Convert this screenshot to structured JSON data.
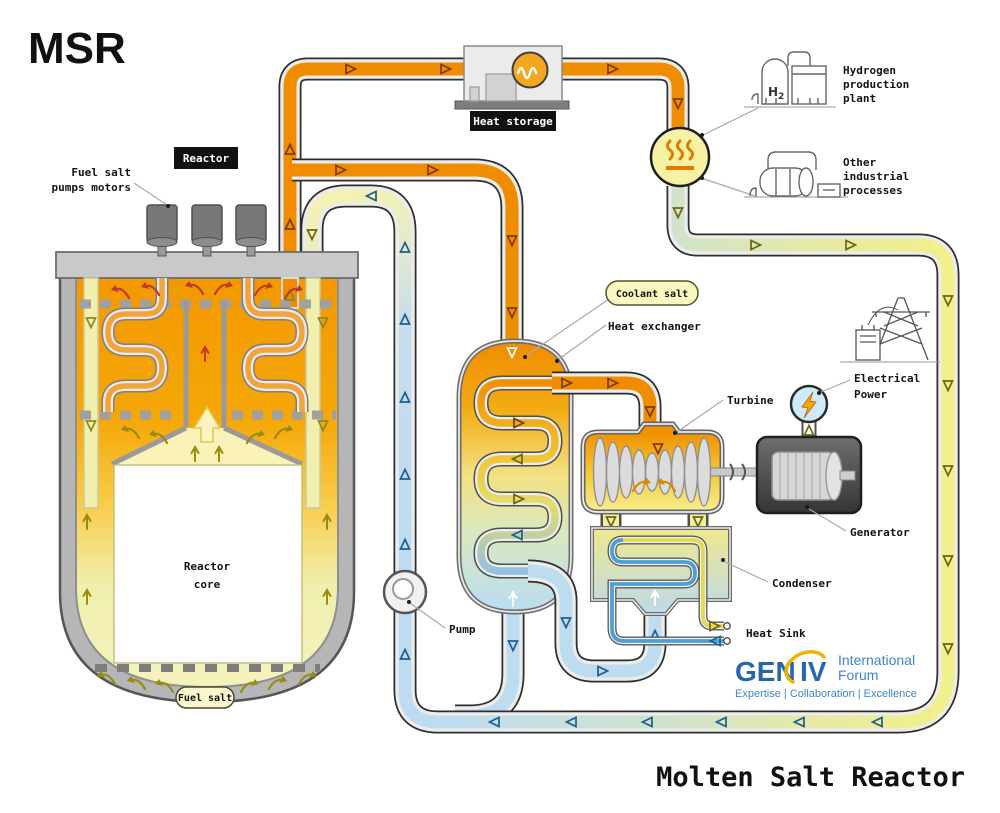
{
  "titles": {
    "main": "MSR",
    "footer": "Molten Salt Reactor"
  },
  "labels": {
    "reactor": "Reactor",
    "fuel_salt_pumps_1": "Fuel salt",
    "fuel_salt_pumps_2": "pumps motors",
    "heat_storage": "Heat storage",
    "hydrogen_1": "Hydrogen",
    "hydrogen_2": "production",
    "hydrogen_3": "plant",
    "h2_main": "H",
    "h2_sub": "2",
    "other_1": "Other",
    "other_2": "industrial",
    "other_3": "processes",
    "coolant_salt": "Coolant salt",
    "heat_exchanger": "Heat exchanger",
    "turbine": "Turbine",
    "electrical_1": "Electrical",
    "electrical_2": "Power",
    "generator": "Generator",
    "condenser": "Condenser",
    "heat_sink": "Heat Sink",
    "pump": "Pump",
    "reactor_core_1": "Reactor",
    "reactor_core_2": "core",
    "fuel_salt": "Fuel salt"
  },
  "logo": {
    "gen": "GEN",
    "iv": "IV",
    "org_1": "International",
    "org_2": "Forum",
    "tagline": "Expertise | Collaboration | Excellence"
  },
  "colors": {
    "pipe_orange": "#f08c00",
    "pipe_yellow": "#f2ef8d",
    "pipe_blue": "#bedcf0",
    "heatsink_cold": "#4d9fd4",
    "heatsink_warm": "#e3da52",
    "gen_blue": "#2766ab",
    "gen_yellow": "#f0b400"
  }
}
